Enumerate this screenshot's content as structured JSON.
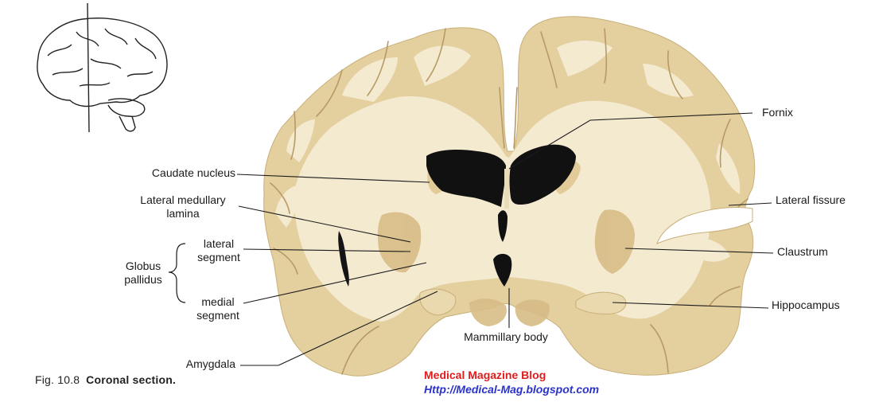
{
  "labels": {
    "caudate_nucleus": "Caudate nucleus",
    "lateral_medullary_lamina": [
      "Lateral medullary",
      "lamina"
    ],
    "globus_pallidus": [
      "Globus",
      "pallidus"
    ],
    "lateral_segment": [
      "lateral",
      "segment"
    ],
    "medial_segment": [
      "medial",
      "segment"
    ],
    "amygdala": "Amygdala",
    "fornix": "Fornix",
    "lateral_fissure": "Lateral fissure",
    "claustrum": "Claustrum",
    "hippocampus": "Hippocampus",
    "mammillary_body": "Mammillary body"
  },
  "caption": {
    "figure": "Fig. 10.8",
    "title": "Coronal section."
  },
  "watermark": {
    "name": "Medical Magazine Blog",
    "url": "Http://Medical-Mag.blogspot.com"
  },
  "colors": {
    "white_matter": "#f4ead0",
    "gray_matter": "#e4cf9f",
    "deep_gray": "#d7bc86",
    "ventricle": "#111111",
    "leader_line": "#1a1a1a",
    "watermark_name": "#e01d1d",
    "watermark_url": "#2b33c9"
  }
}
